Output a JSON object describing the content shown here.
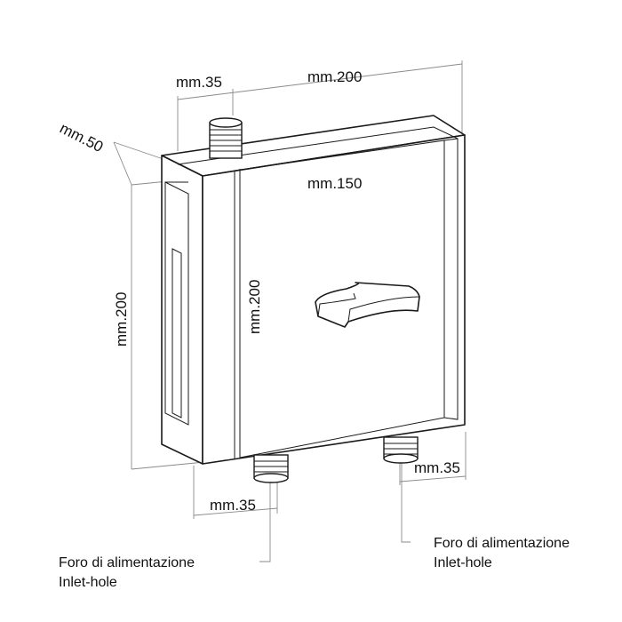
{
  "dimensions": {
    "top_depth": "mm.35",
    "top_width": "mm.200",
    "side_depth": "mm.50",
    "front_width": "mm.150",
    "left_height": "mm.200",
    "front_height": "mm.200",
    "bottom_left": "mm.35",
    "bottom_right": "mm.35"
  },
  "notes": {
    "left": {
      "line1": "Foro di alimentazione",
      "line2": "Inlet-hole"
    },
    "right": {
      "line1": "Foro di alimentazione",
      "line2": "Inlet-hole"
    }
  }
}
